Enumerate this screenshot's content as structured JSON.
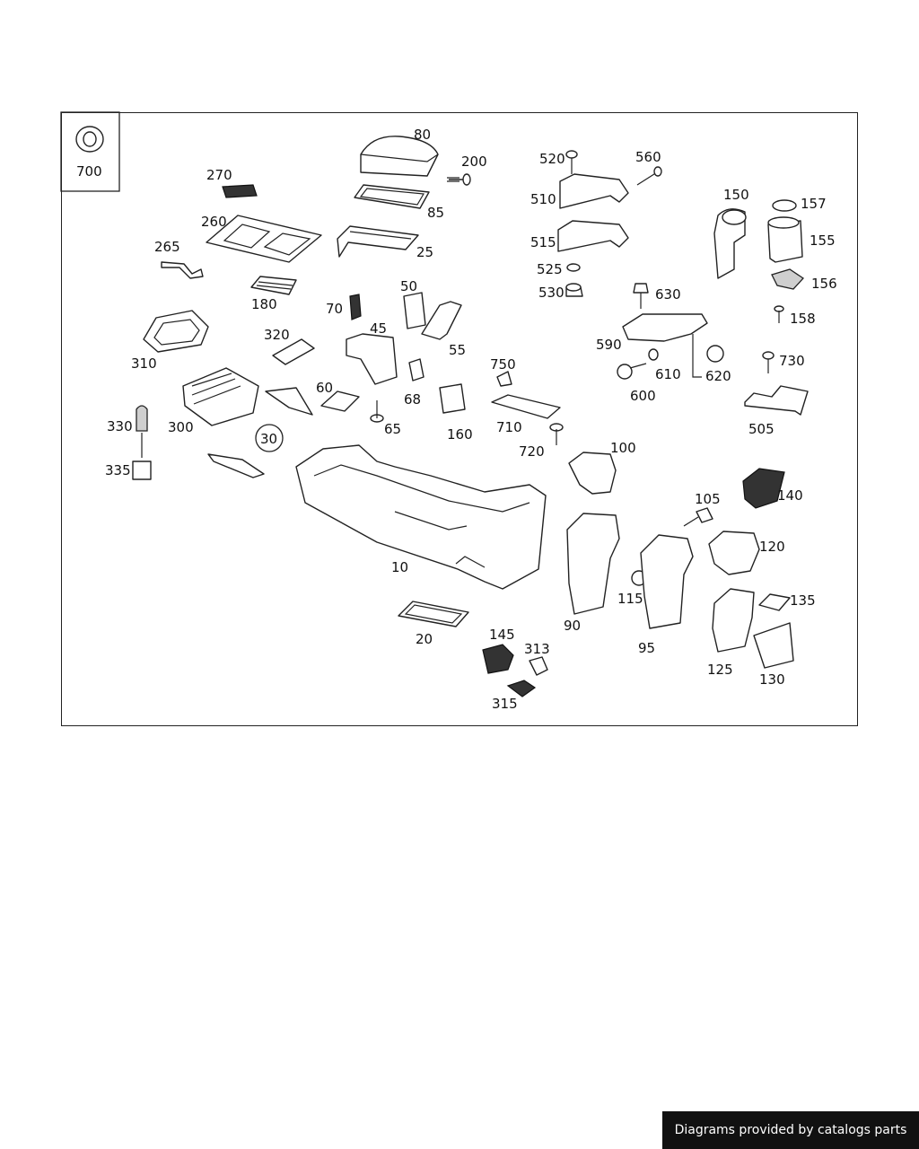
{
  "footer": {
    "credit": "Diagrams provided by catalogs parts"
  },
  "callouts": {
    "c700": "700",
    "c80": "80",
    "c200": "200",
    "c85": "85",
    "c270": "270",
    "c260": "260",
    "c265": "265",
    "c25": "25",
    "c180": "180",
    "c520": "520",
    "c560": "560",
    "c510": "510",
    "c515": "515",
    "c525": "525",
    "c530": "530",
    "c150": "150",
    "c157": "157",
    "c155": "155",
    "c156": "156",
    "c158": "158",
    "c630": "630",
    "c590": "590",
    "c610": "610",
    "c620": "620",
    "c600": "600",
    "c730": "730",
    "c505": "505",
    "c50": "50",
    "c70": "70",
    "c45": "45",
    "c55": "55",
    "c310": "310",
    "c320": "320",
    "c60": "60",
    "c68": "68",
    "c65": "65",
    "c160": "160",
    "c750": "750",
    "c710": "710",
    "c720": "720",
    "c330": "330",
    "c300": "300",
    "c335": "335",
    "c30": "30",
    "c100": "100",
    "c105": "105",
    "c140": "140",
    "c10": "10",
    "c120": "120",
    "c115": "115",
    "c135": "135",
    "c90": "90",
    "c95": "95",
    "c125": "125",
    "c130": "130",
    "c20": "20",
    "c145": "145",
    "c313": "313",
    "c315": "315"
  }
}
